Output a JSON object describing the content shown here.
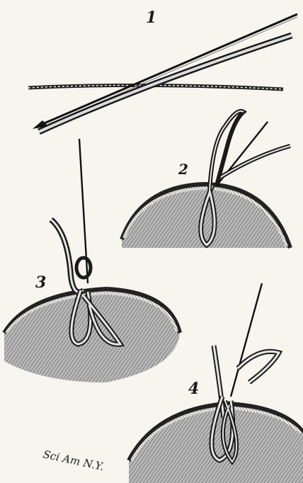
{
  "figure_numbers": [
    "1",
    "2",
    "3",
    "4"
  ],
  "signature": "Sci Am N.Y.",
  "colors": {
    "paper": "#f7f5ee",
    "ink": "#1a1a1a",
    "shading": "#9a9a9a",
    "surface": "#c8c8c8"
  }
}
